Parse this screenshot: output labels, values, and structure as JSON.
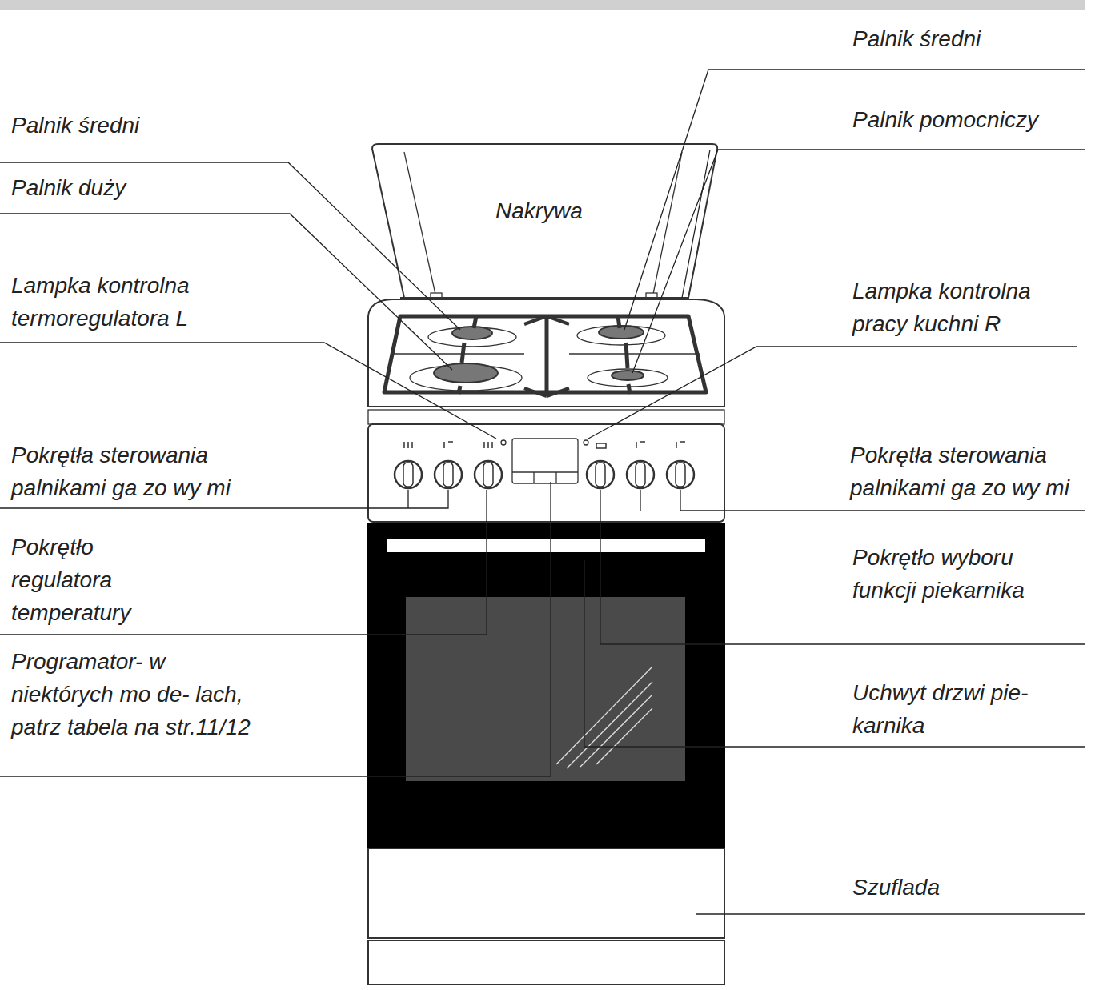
{
  "diagram": {
    "labels": [
      "Palnik średni",
      "Palnik duży",
      "Lampka kontrolna termoregulatora L",
      "Pokrętła sterowania palnikami ga zo wy mi",
      "Pokrętło regulatora temperatury",
      "Programator- w niektórych mo de- lach, patrz tabela na str.11/12",
      "Nakrywa",
      "Palnik średni",
      "Palnik pomocniczy",
      "Lampka kontrolna pracy kuchni R",
      "Pokrętła sterowania palnikami ga zo wy mi",
      "Pokrętło wyboru funkcji piekarnika",
      "Uchwyt drzwi pie- karnika",
      "Szuflada"
    ]
  }
}
